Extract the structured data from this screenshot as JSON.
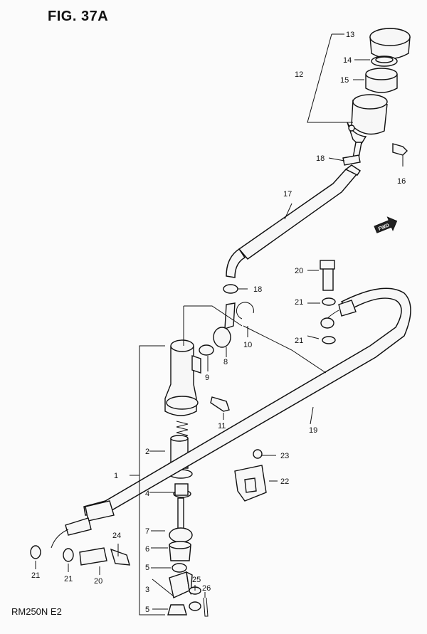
{
  "figure_title": "FIG. 37A",
  "model_code": "RM250N E2",
  "callouts": {
    "c1": "1",
    "c2": "2",
    "c3": "3",
    "c4": "4",
    "c5a": "5",
    "c5b": "5",
    "c6": "6",
    "c7": "7",
    "c8": "8",
    "c9": "9",
    "c10": "10",
    "c11": "11",
    "c12": "12",
    "c13": "13",
    "c14": "14",
    "c15": "15",
    "c16": "16",
    "c17": "17",
    "c18a": "18",
    "c18b": "18",
    "c19": "19",
    "c20a": "20",
    "c20b": "20",
    "c21a": "21",
    "c21b": "21",
    "c21c": "21",
    "c21d": "21",
    "c22": "22",
    "c23": "23",
    "c24": "24",
    "c25": "25",
    "c26": "26"
  },
  "fwd_label": "FWD",
  "icons": [
    "fwd-arrow-icon"
  ]
}
